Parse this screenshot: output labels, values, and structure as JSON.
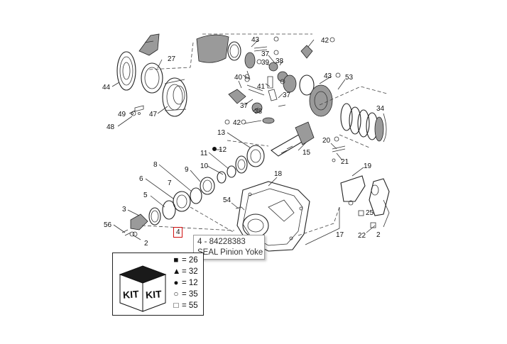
{
  "callouts": [
    {
      "id": "c2",
      "text": "2"
    },
    {
      "id": "c3",
      "text": "3"
    },
    {
      "id": "c5",
      "text": "5"
    },
    {
      "id": "c6",
      "text": "6"
    },
    {
      "id": "c7",
      "text": "7"
    },
    {
      "id": "c8",
      "text": "8"
    },
    {
      "id": "c9",
      "text": "9"
    },
    {
      "id": "c10",
      "text": "10"
    },
    {
      "id": "c11",
      "text": "11"
    },
    {
      "id": "c12",
      "text": "12"
    },
    {
      "id": "c13",
      "text": "13"
    },
    {
      "id": "c15",
      "text": "15"
    },
    {
      "id": "c17",
      "text": "17"
    },
    {
      "id": "c18",
      "text": "18"
    },
    {
      "id": "c19",
      "text": "19"
    },
    {
      "id": "c20",
      "text": "20"
    },
    {
      "id": "c21",
      "text": "21"
    },
    {
      "id": "c22",
      "text": "22"
    },
    {
      "id": "c25",
      "text": "25"
    },
    {
      "id": "c27",
      "text": "27"
    },
    {
      "id": "c34",
      "text": "34"
    },
    {
      "id": "c37a",
      "text": "37"
    },
    {
      "id": "c37b",
      "text": "37"
    },
    {
      "id": "c37c",
      "text": "37"
    },
    {
      "id": "c38a",
      "text": "38"
    },
    {
      "id": "c38b",
      "text": "38"
    },
    {
      "id": "c39",
      "text": "39"
    },
    {
      "id": "c40",
      "text": "40"
    },
    {
      "id": "c41",
      "text": "41"
    },
    {
      "id": "c42a",
      "text": "42"
    },
    {
      "id": "c42b",
      "text": "42"
    },
    {
      "id": "c43a",
      "text": "43"
    },
    {
      "id": "c43b",
      "text": "43"
    },
    {
      "id": "c44",
      "text": "44"
    },
    {
      "id": "c47",
      "text": "47"
    },
    {
      "id": "c48",
      "text": "48"
    },
    {
      "id": "c49",
      "text": "49"
    },
    {
      "id": "c53",
      "text": "53"
    },
    {
      "id": "c54",
      "text": "54"
    },
    {
      "id": "c56",
      "text": "56"
    },
    {
      "id": "c26b",
      "text": "2"
    }
  ],
  "selected_part": {
    "callout": "4",
    "tooltip_line1": "4 - 84228383",
    "tooltip_line2": "SEAL Pinion Yoke"
  },
  "kit_legend": {
    "box_text_1": "KIT",
    "box_text_2": "KIT",
    "rows": [
      {
        "symbol": "■",
        "text": "= 26"
      },
      {
        "symbol": "▲",
        "text": "= 32"
      },
      {
        "symbol": "●",
        "text": "= 12"
      },
      {
        "symbol": "○",
        "text": "= 35"
      },
      {
        "symbol": "□",
        "text": "= 55"
      }
    ]
  },
  "colors": {
    "highlight": "#d01010",
    "line": "#222222",
    "tooltip_border": "#9a9a9a"
  }
}
